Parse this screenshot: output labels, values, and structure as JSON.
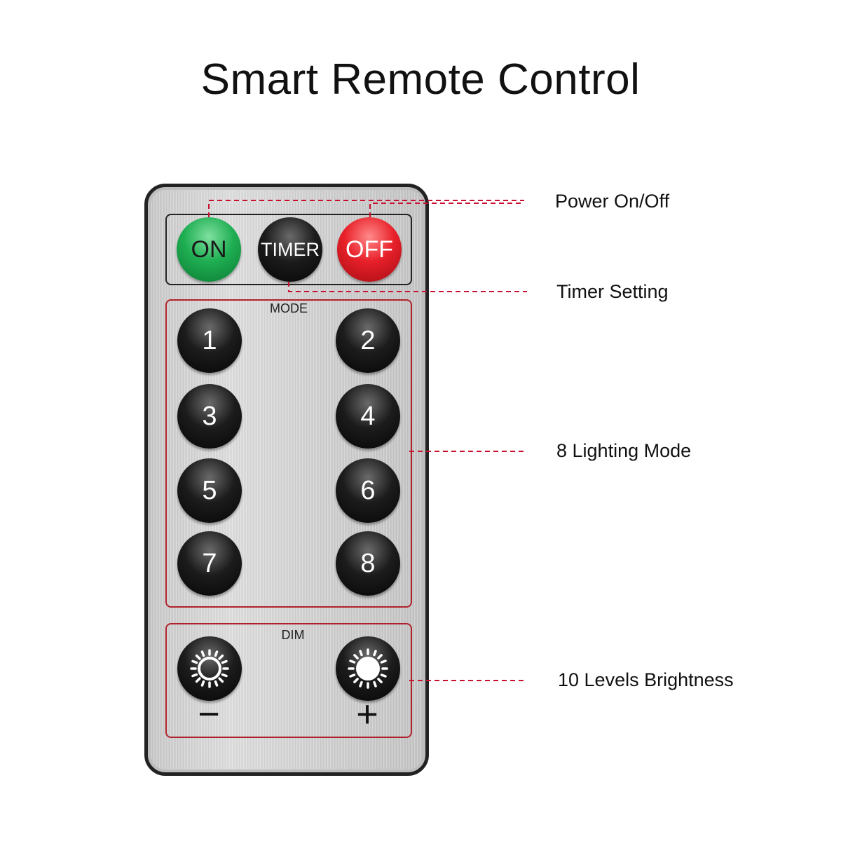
{
  "title": "Smart Remote Control",
  "colors": {
    "accent_red": "#c8102e",
    "on_green": "#1fae52",
    "off_red": "#e8202a"
  },
  "power_row": {
    "on_label": "ON",
    "timer_label": "TIMER",
    "off_label": "OFF"
  },
  "mode": {
    "label": "MODE",
    "buttons": [
      "1",
      "2",
      "3",
      "4",
      "5",
      "6",
      "7",
      "8"
    ]
  },
  "dim": {
    "label": "DIM",
    "minus_label": "−",
    "plus_label": "+",
    "minus_icon": "sun-outline-icon",
    "plus_icon": "sun-filled-icon"
  },
  "callouts": {
    "power": "Power On/Off",
    "timer": "Timer Setting",
    "modes": "8 Lighting Mode",
    "brightness": "10 Levels Brightness"
  }
}
